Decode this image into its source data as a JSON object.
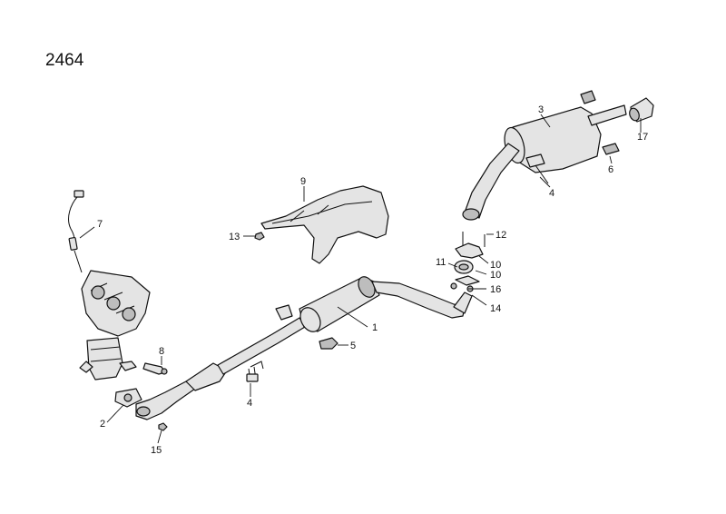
{
  "diagram_code": "2464",
  "callouts": {
    "c1": "1",
    "c2": "2",
    "c3": "3",
    "c4a": "4",
    "c4b": "4",
    "c5": "5",
    "c6": "6",
    "c7": "7",
    "c8": "8",
    "c9": "9",
    "c10a": "10",
    "c10b": "10",
    "c11": "11",
    "c12": "12",
    "c13": "13",
    "c14": "14",
    "c15": "15",
    "c16": "16",
    "c17": "17"
  }
}
